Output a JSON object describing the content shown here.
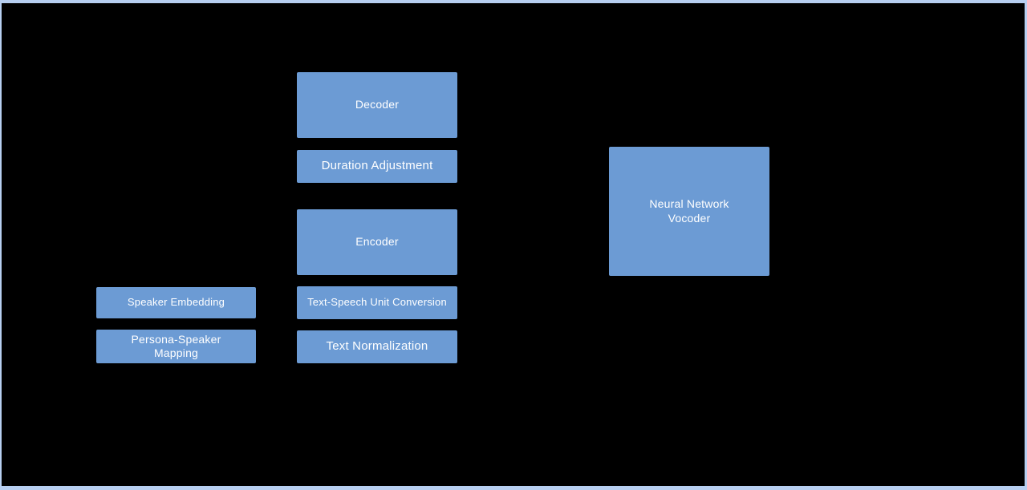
{
  "diagram": {
    "background_color": "#000000",
    "frame_border_color": "#b7cff1",
    "node_fill_color": "#6c9bd4",
    "node_text_color": "#ffffff",
    "nodes": [
      {
        "id": "decoder",
        "label": "Decoder"
      },
      {
        "id": "duration-adjustment",
        "label": "Duration Adjustment"
      },
      {
        "id": "encoder",
        "label": "Encoder"
      },
      {
        "id": "text-speech-unit-conversion",
        "label": "Text-Speech Unit Conversion"
      },
      {
        "id": "text-normalization",
        "label": "Text Normalization"
      },
      {
        "id": "speaker-embedding",
        "label": "Speaker Embedding"
      },
      {
        "id": "persona-speaker-mapping",
        "label": "Persona-Speaker\nMapping"
      },
      {
        "id": "neural-network-vocoder",
        "label": "Neural Network\nVocoder"
      }
    ]
  }
}
